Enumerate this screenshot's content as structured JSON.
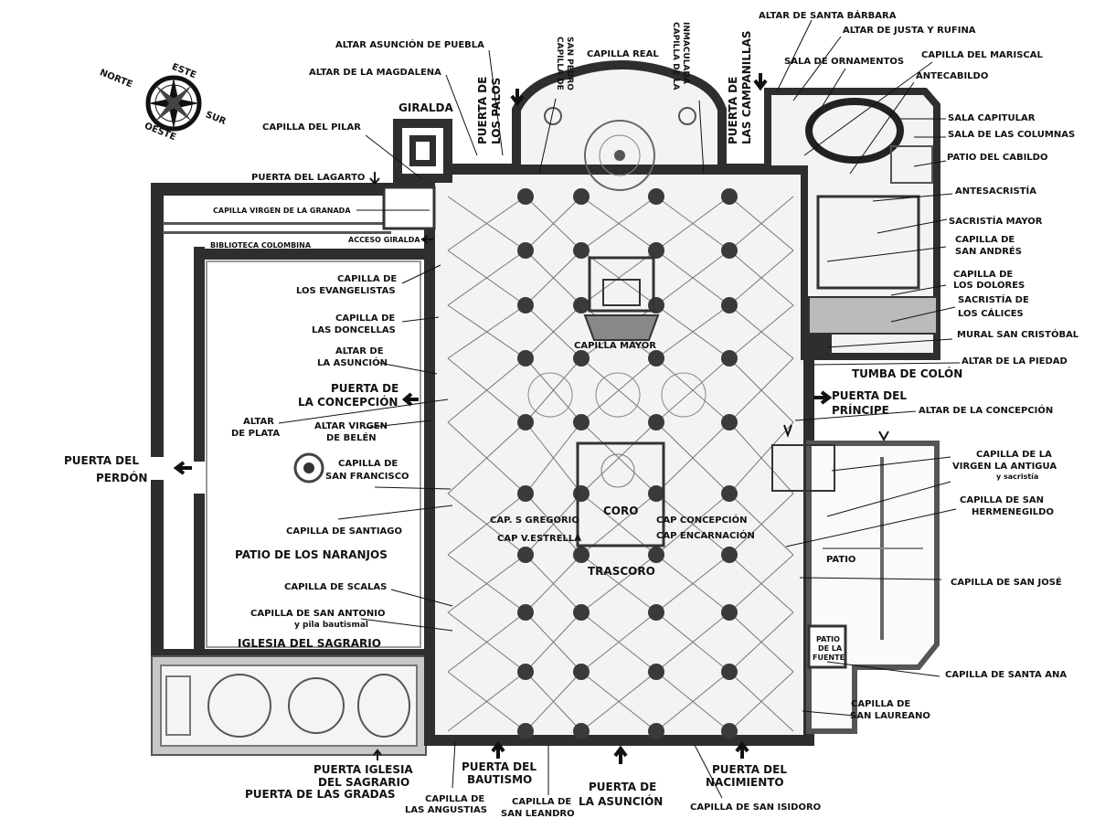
{
  "compass": {
    "norte": "NORTE",
    "este": "ESTE",
    "sur": "SUR",
    "oeste": "OESTE"
  },
  "labels": {
    "altar_santa_barbara": "ALTAR DE SANTA BÁRBARA",
    "altar_justa_rufina": "ALTAR DE JUSTA Y RUFINA",
    "altar_asuncion_puebla": "ALTAR ASUNCIÓN DE PUEBLA",
    "capilla_san_pedro_1": "CAPILLA DE",
    "capilla_san_pedro_2": "SAN PEDRO",
    "capilla_real": "CAPILLA REAL",
    "capilla_inmaculada_1": "CAPILLA DE LA",
    "capilla_inmaculada_2": "INMACULADA",
    "sala_ornamentos": "SALA DE ORNAMENTOS",
    "capilla_mariscal": "CAPILLA DEL MARISCAL",
    "altar_magdalena": "ALTAR DE LA MAGDALENA",
    "puerta_palos_1": "PUERTA DE",
    "puerta_palos_2": "LOS PALOS",
    "puerta_campanillas_1": "PUERTA DE",
    "puerta_campanillas_2": "LAS CAMPANILLAS",
    "antecabildo": "ANTECABILDO",
    "giralda": "GIRALDA",
    "sala_capitular": "SALA CAPITULAR",
    "sala_columnas": "SALA DE LAS COLUMNAS",
    "capilla_pilar": "CAPILLA DEL PILAR",
    "patio_cabildo": "PATIO DEL CABILDO",
    "puerta_lagarto": "PUERTA DEL LAGARTO",
    "antesacristia": "ANTESACRISTÍA",
    "capilla_granada": "CAPILLA VIRGEN DE LA GRANADA",
    "sacristia_mayor": "SACRISTÍA MAYOR",
    "biblioteca": "BIBLIOTECA COLOMBINA",
    "acceso_giralda": "ACCESO GIRALDA",
    "san_andres_1": "CAPILLA DE",
    "san_andres_2": "SAN ANDRÉS",
    "evangelistas_1": "CAPILLA DE",
    "evangelistas_2": "LOS EVANGELISTAS",
    "dolores_1": "CAPILLA DE",
    "dolores_2": "LOS DOLORES",
    "calices_1": "SACRISTÍA DE",
    "calices_2": "LOS CÁLICES",
    "doncellas_1": "CAPILLA DE",
    "doncellas_2": "LAS DONCELLAS",
    "mural_cristobal": "MURAL SAN CRISTÓBAL",
    "capilla_mayor": "CAPILLA MAYOR",
    "altar_asuncion_1": "ALTAR DE",
    "altar_asuncion_2": "LA ASUNCIÓN",
    "altar_piedad": "ALTAR DE LA PIEDAD",
    "tumba_colon": "TUMBA DE COLÓN",
    "puerta_concepcion_1": "PUERTA DE",
    "puerta_concepcion_2": "LA CONCEPCIÓN",
    "puerta_principe_1": "PUERTA DEL",
    "puerta_principe_2": "PRÍNCIPE",
    "altar_concepcion": "ALTAR DE LA CONCEPCIÓN",
    "altar_plata_1": "ALTAR",
    "altar_plata_2": "DE PLATA",
    "altar_belen_1": "ALTAR VIRGEN",
    "altar_belen_2": "DE BELÉN",
    "antigua_1": "CAPILLA DE LA",
    "antigua_2": "VIRGEN LA ANTIGUA",
    "antigua_3": "y sacristía",
    "puerta_perdon_1": "PUERTA DEL",
    "puerta_perdon_2": "PERDÓN",
    "san_francisco_1": "CAPILLA DE",
    "san_francisco_2": "SAN FRANCISCO",
    "hermenegildo_1": "CAPILLA DE SAN",
    "hermenegildo_2": "HERMENEGILDO",
    "coro": "CORO",
    "cap_gregorio": "CAP. S GREGORIO",
    "cap_concepcion": "CAP CONCEPCIÓN",
    "cap_estrella": "CAP V.ESTRELLA",
    "cap_encarnacion": "CAP ENCARNACIÓN",
    "santiago": "CAPILLA DE SANTIAGO",
    "patio_naranjos": "PATIO DE LOS NARANJOS",
    "patio": "PATIO",
    "trascoro": "TRASCORO",
    "san_jose": "CAPILLA DE SAN JOSÉ",
    "scalas": "CAPILLA DE SCALAS",
    "san_antonio_1": "CAPILLA DE SAN ANTONIO",
    "san_antonio_2": "y pila bautismal",
    "patio_fuente_1": "PATIO",
    "patio_fuente_2": "DE LA",
    "patio_fuente_3": "FUENTE",
    "iglesia_sagrario": "IGLESIA DEL SAGRARIO",
    "santa_ana": "CAPILLA DE SANTA ANA",
    "san_laureano_1": "CAPILLA DE",
    "san_laureano_2": "SAN LAUREANO",
    "puerta_sagrario_1": "PUERTA IGLESIA",
    "puerta_sagrario_2": "DEL SAGRARIO",
    "puerta_gradas": "PUERTA DE LAS GRADAS",
    "puerta_bautismo_1": "PUERTA DEL",
    "puerta_bautismo_2": "BAUTISMO",
    "puerta_nacimiento_1": "PUERTA DEL",
    "puerta_nacimiento_2": "NACIMIENTO",
    "puerta_asuncion_1": "PUERTA DE",
    "puerta_asuncion_2": "LA ASUNCIÓN",
    "angustias_1": "CAPILLA DE",
    "angustias_2": "LAS ANGUSTIAS",
    "san_leandro_1": "CAPILLA DE",
    "san_leandro_2": "SAN LEANDRO",
    "san_isidoro": "CAPILLA DE SAN ISIDORO"
  },
  "colors": {
    "walls": "#2e2e2e",
    "floor": "#f2f2f2",
    "sagrario": "#c8c8c8",
    "ink": "#111111"
  }
}
